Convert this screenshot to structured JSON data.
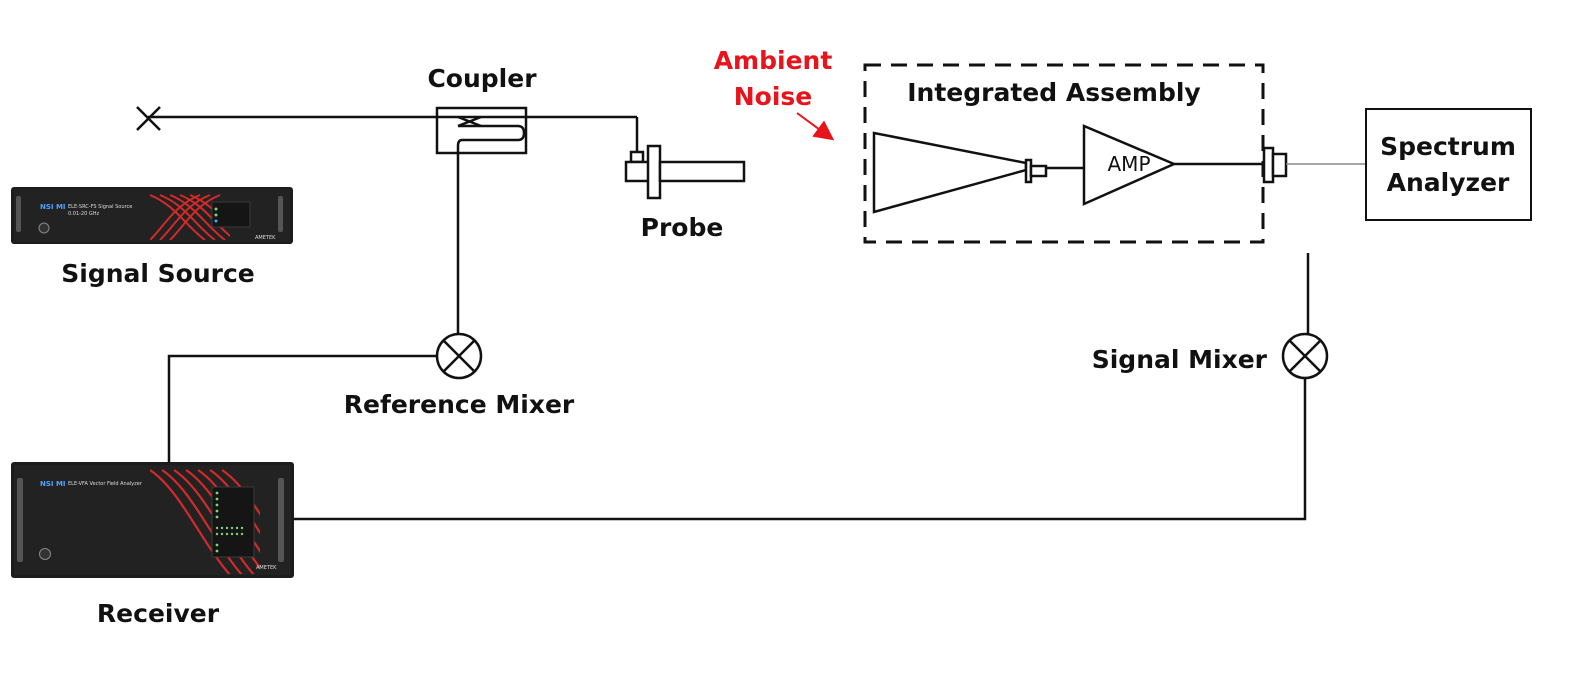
{
  "labels": {
    "coupler": "Coupler",
    "probe": "Probe",
    "signal_source": "Signal Source",
    "reference_mixer": "Reference Mixer",
    "receiver": "Receiver",
    "integrated_assembly": "Integrated Assembly",
    "amp": "AMP",
    "spectrum_line1": "Spectrum",
    "spectrum_line2": "Analyzer",
    "signal_mixer": "Signal Mixer",
    "ambient_line1": "Ambient",
    "ambient_line2": "Noise"
  },
  "devices": {
    "source_brand": "NSI MI",
    "source_model": "ELE-SRC-FS Signal Source",
    "source_range": "0.01-20 GHz",
    "receiver_brand": "NSI MI",
    "receiver_model": "ELE-VFA Vector Field Analyzer",
    "maker": "AMETEK"
  },
  "colors": {
    "line": "#111111",
    "noise": "#e8141b",
    "device_body": "#1c1c1c",
    "device_wave": "#d42a2a"
  }
}
